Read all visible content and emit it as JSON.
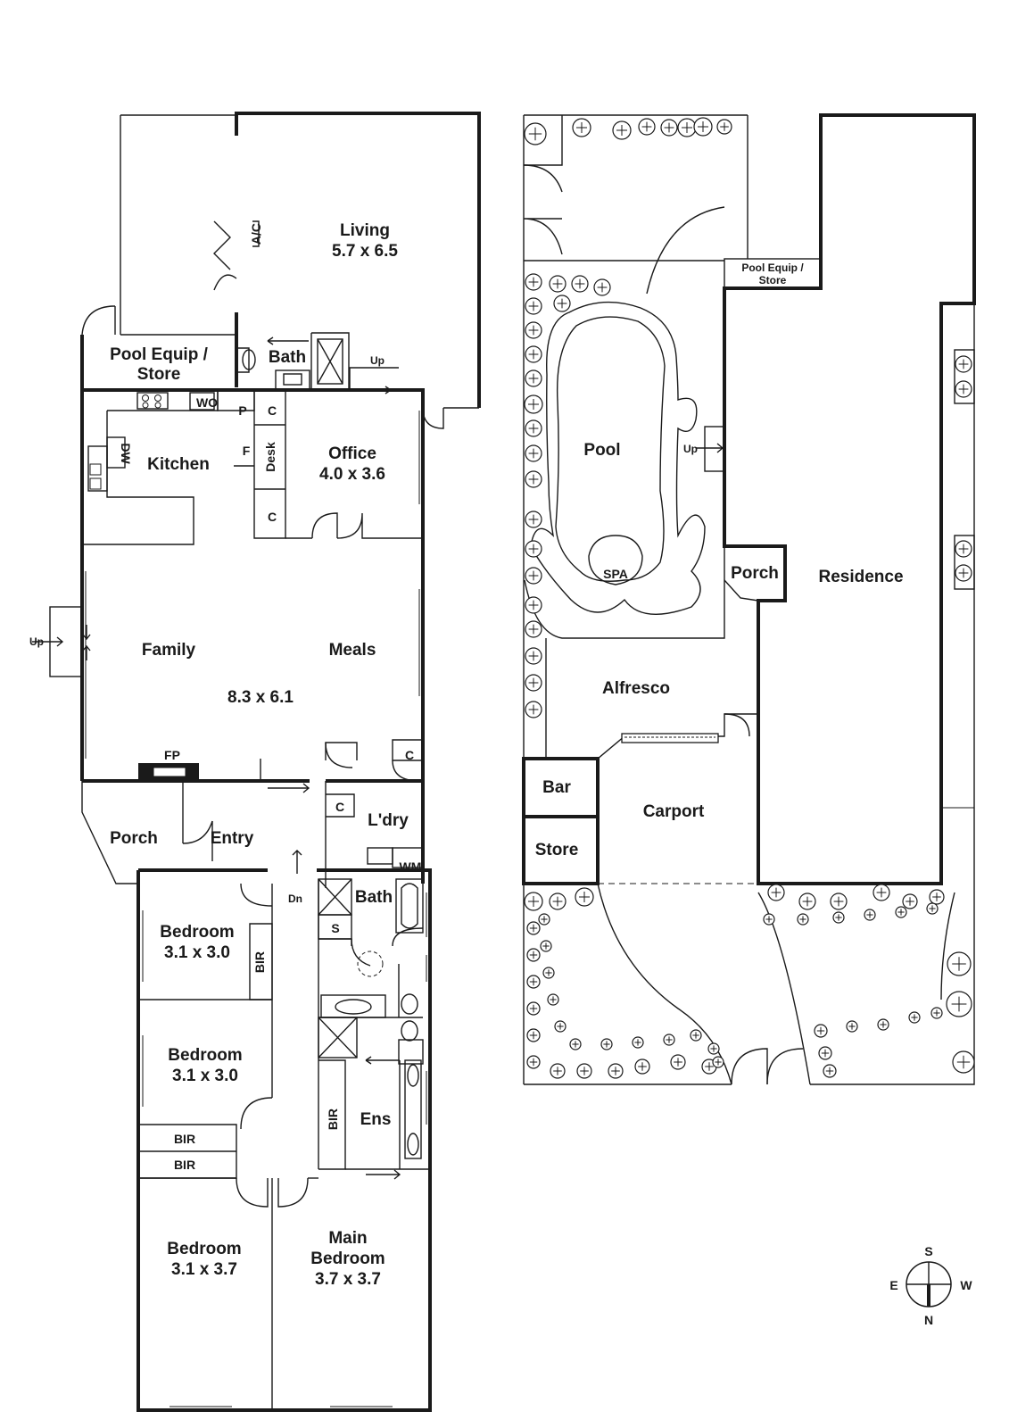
{
  "rooms": {
    "living": {
      "name": "Living",
      "dims": "5.7 x 6.5"
    },
    "ac": "A/C",
    "pool_equip_left": "Pool Equip /",
    "pool_equip_left_2": "Store",
    "bath_upper": "Bath",
    "up_upper": "Up",
    "wo": "WO",
    "pantry": "P",
    "cupboard_1": "C",
    "kitchen": "Kitchen",
    "dw": "DW",
    "fridge": "F",
    "desk": "Desk",
    "cupboard_2": "C",
    "office": {
      "name": "Office",
      "dims": "4.0 x 3.6"
    },
    "up_left": "Up",
    "family": "Family",
    "meals": "Meals",
    "family_dims": "8.3 x 6.1",
    "fp": "FP",
    "cupboard_3": "C",
    "cupboard_4": "C",
    "porch_left": "Porch",
    "entry": "Entry",
    "laundry": "L'dry",
    "wm": "WM",
    "dn": "Dn",
    "bath_lower": "Bath",
    "shower_s": "S",
    "bedroom_1": {
      "name": "Bedroom",
      "dims": "3.1 x 3.0"
    },
    "bir_1": "BIR",
    "bedroom_2": {
      "name": "Bedroom",
      "dims": "3.1 x 3.0"
    },
    "bir_2": "BIR",
    "bir_3": "BIR",
    "bir_4": "BIR",
    "ens": "Ens",
    "bedroom_3": {
      "name": "Bedroom",
      "dims": "3.1 x 3.7"
    },
    "main_bedroom": {
      "name": "Main",
      "name2": "Bedroom",
      "dims": "3.7 x 3.7"
    }
  },
  "site": {
    "pool_equip": "Pool Equip /",
    "pool_equip_2": "Store",
    "pool": "Pool",
    "spa": "SPA",
    "up": "Up",
    "porch": "Porch",
    "residence": "Residence",
    "alfresco": "Alfresco",
    "bar": "Bar",
    "carport": "Carport",
    "store": "Store"
  },
  "compass": {
    "s": "S",
    "e": "E",
    "w": "W",
    "n": "N"
  }
}
